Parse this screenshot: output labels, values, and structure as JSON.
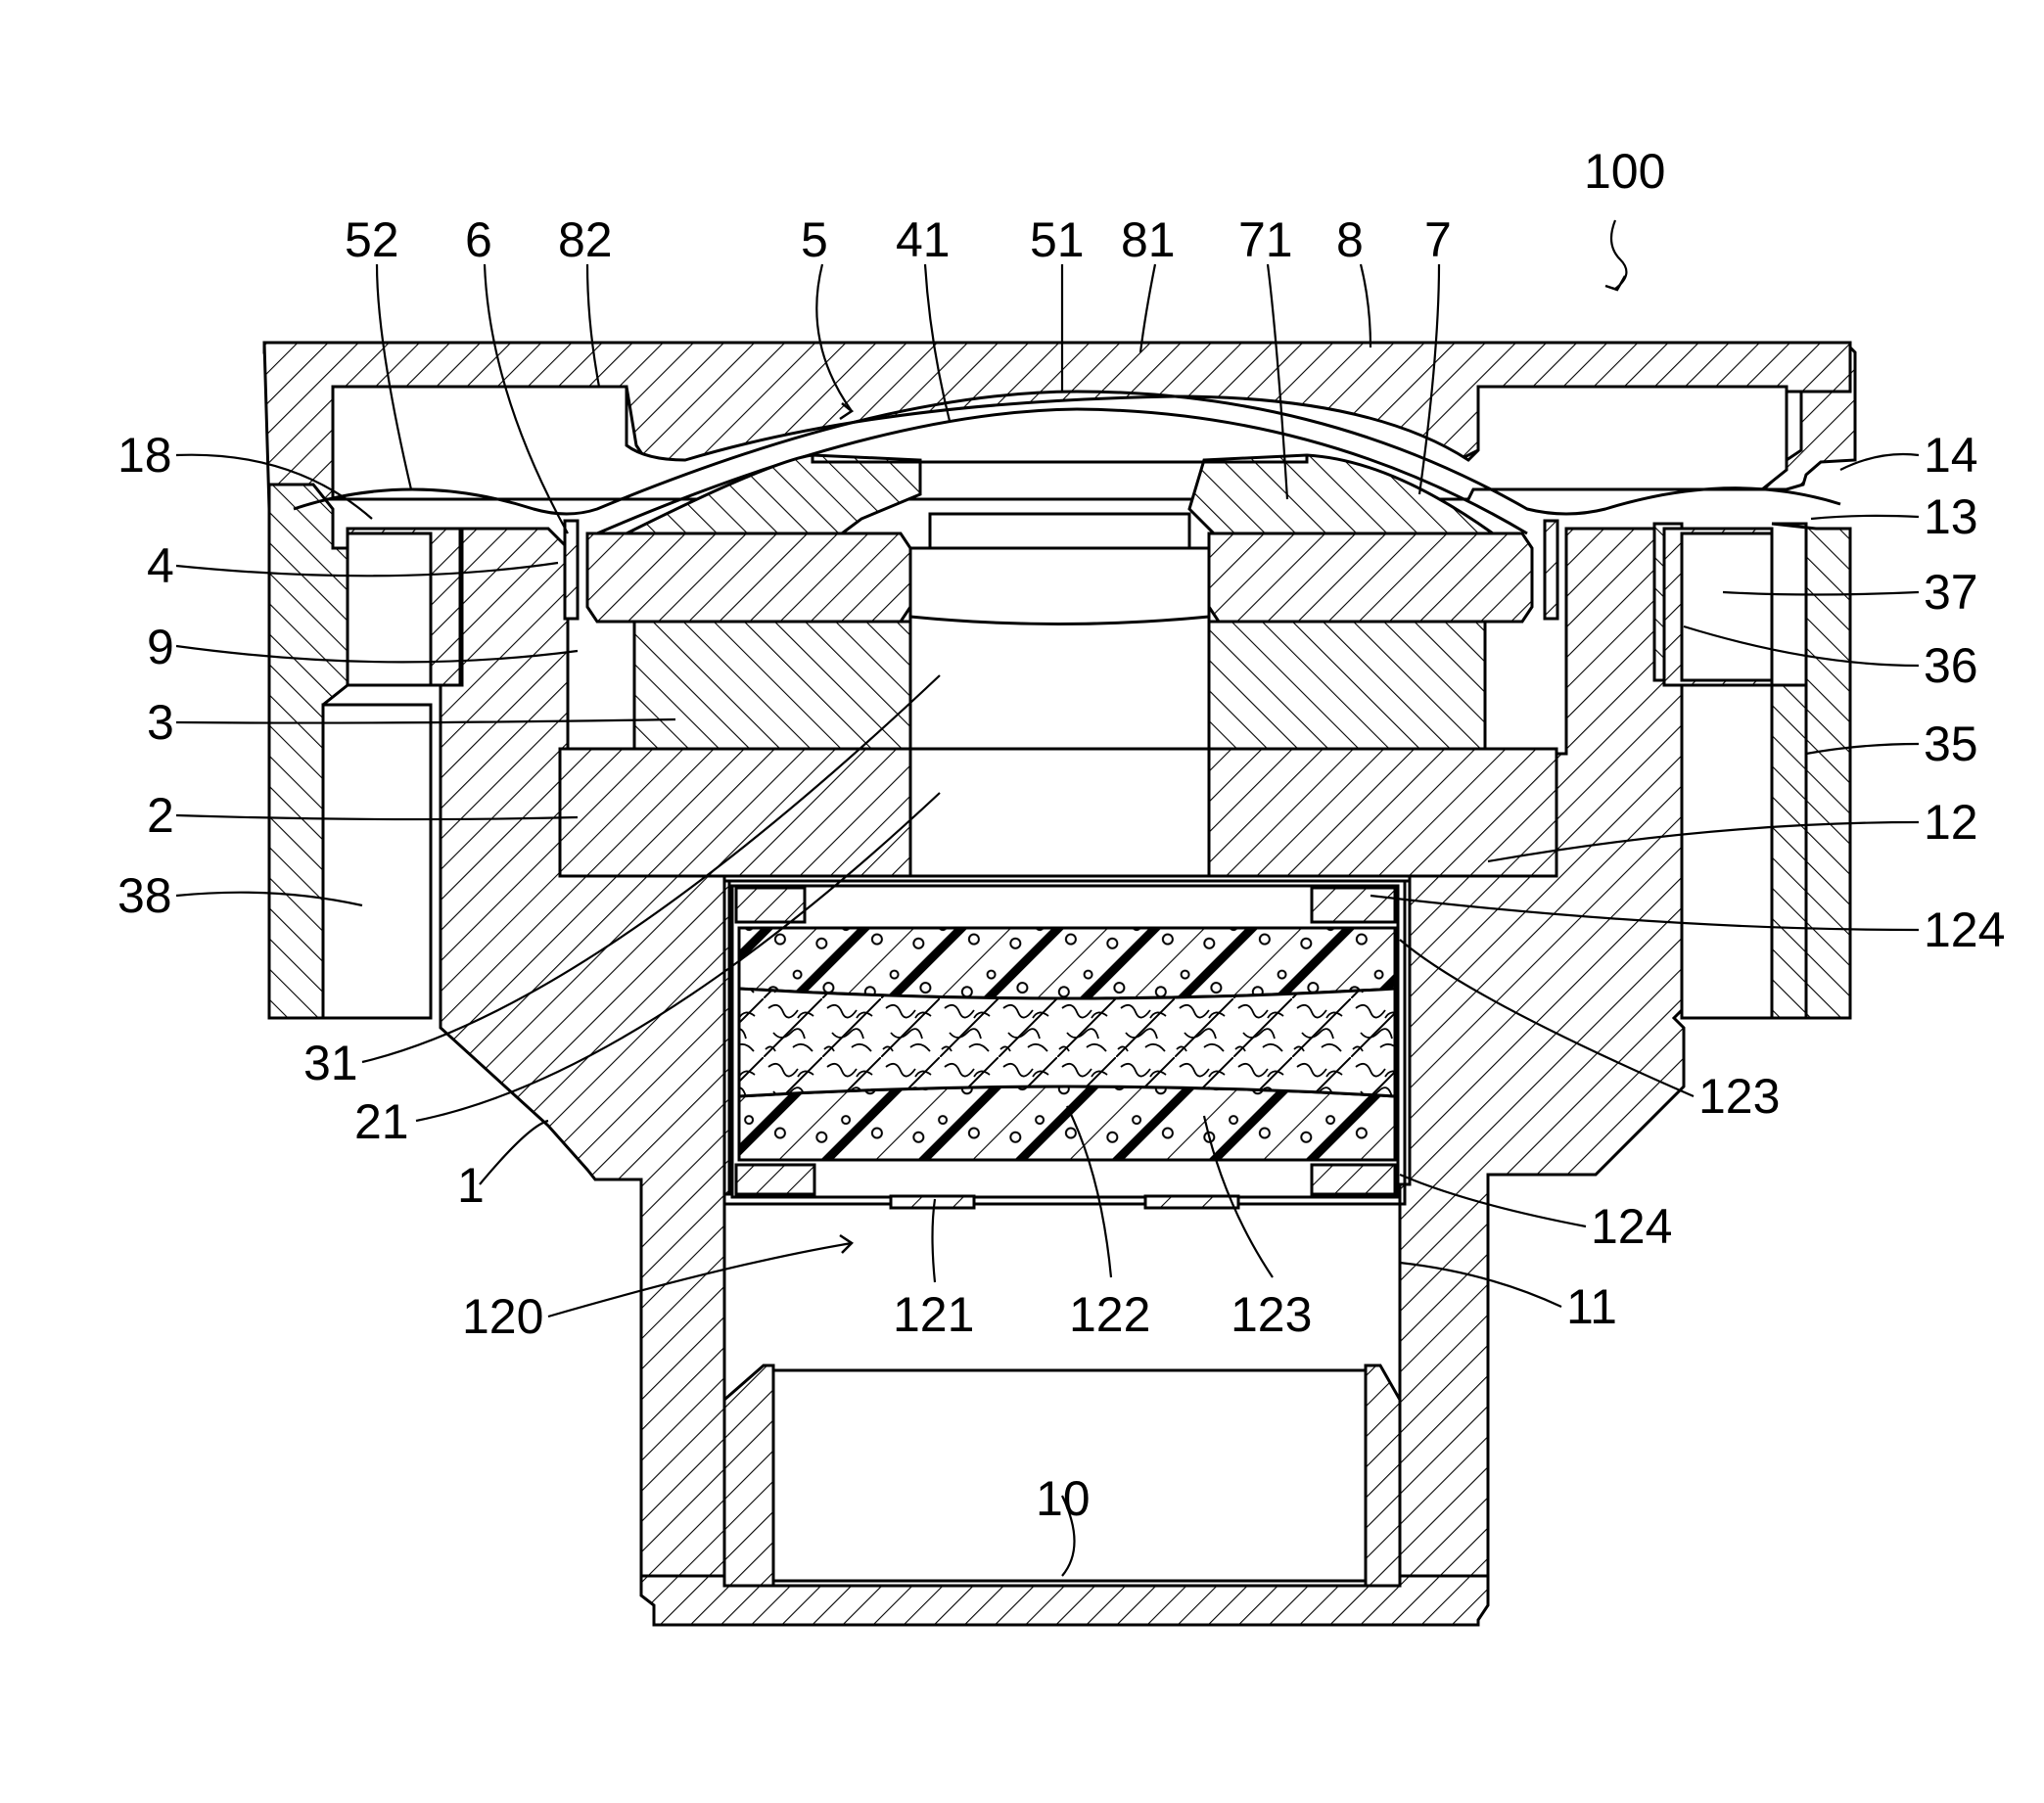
{
  "figure": {
    "assembly_label": "100",
    "labels": {
      "l52": "52",
      "l6": "6",
      "l82": "82",
      "l5": "5",
      "l41": "41",
      "l51": "51",
      "l81": "81",
      "l71": "71",
      "l8": "8",
      "l7": "7",
      "l18": "18",
      "l4": "4",
      "l9": "9",
      "l3": "3",
      "l2": "2",
      "l38": "38",
      "l31": "31",
      "l21": "21",
      "l1": "1",
      "l120": "120",
      "l14": "14",
      "l13": "13",
      "l37": "37",
      "l36": "36",
      "l35": "35",
      "l12": "12",
      "l124a": "124",
      "l123a": "123",
      "l124b": "124",
      "l11": "11",
      "l121": "121",
      "l122": "122",
      "l123b": "123",
      "l10": "10"
    }
  }
}
